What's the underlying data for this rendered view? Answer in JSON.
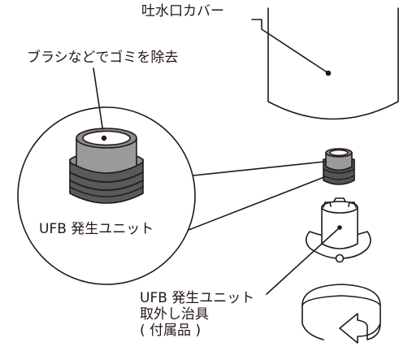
{
  "labels": {
    "spout_cover": "吐水口カバー",
    "brush_note": "ブラシなどでゴミを除去",
    "ufb_unit": "UFB 発生ユニット",
    "tool_line1": "UFB 発生ユニット",
    "tool_line2": "取外し治具",
    "tool_line3": "( 付属品 )"
  },
  "icons": [
    "spout-cover",
    "ufb-unit-enlarged",
    "ufb-unit-small",
    "removal-tool",
    "rotate-arrow"
  ],
  "colors": {
    "line": "#231815",
    "unit_gray": "#8c8c8c",
    "dark_ring": "#4a4a4a"
  }
}
